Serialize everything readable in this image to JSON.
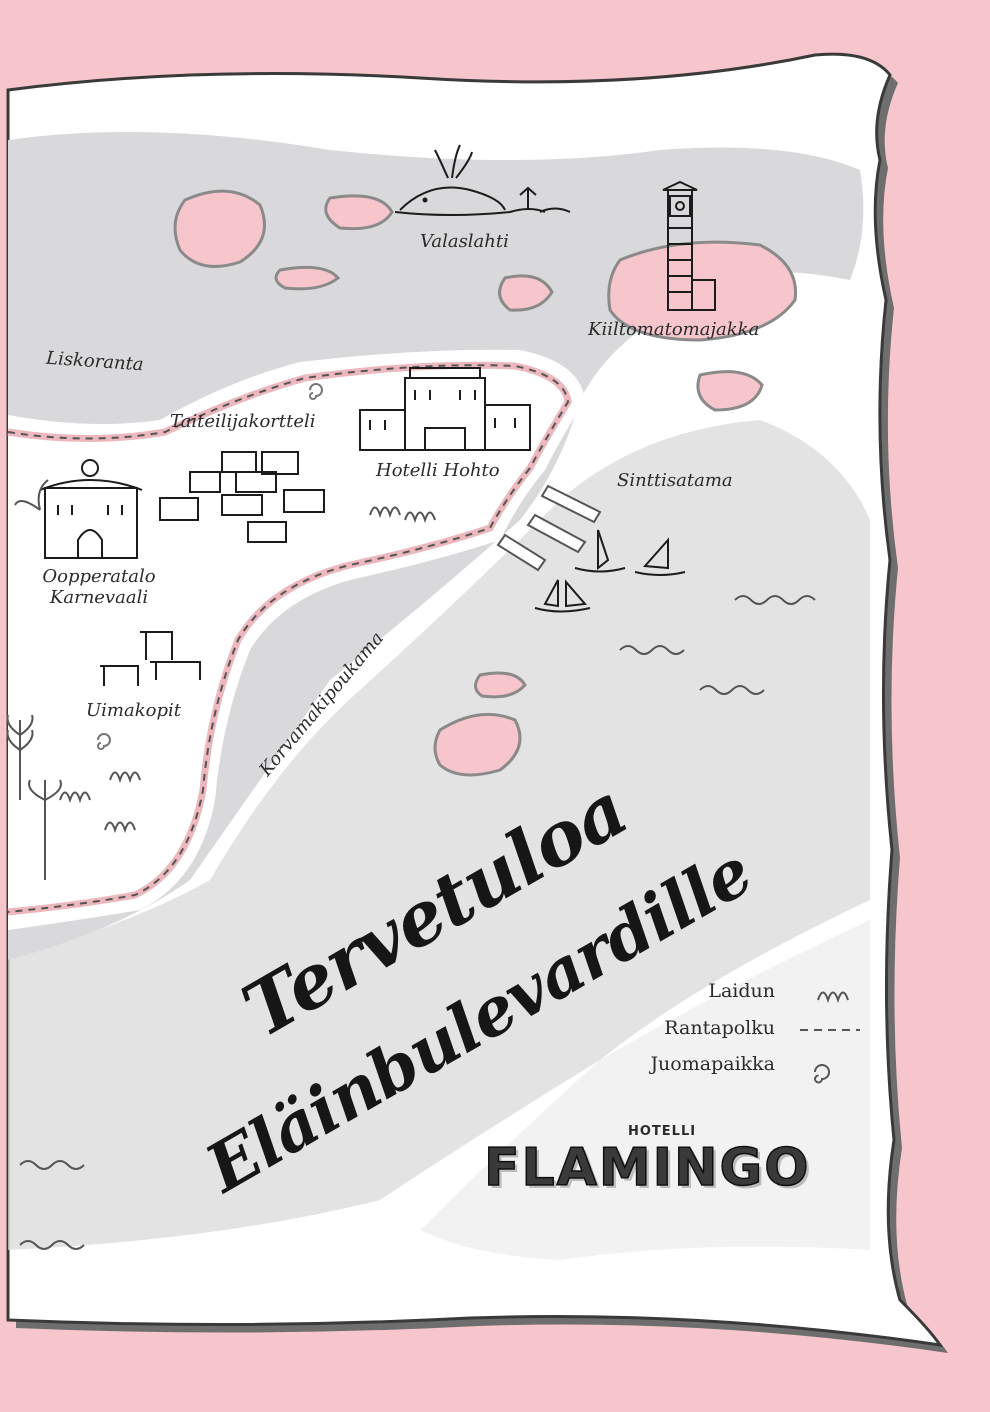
{
  "title": {
    "line1": "Tervetuloa",
    "line2": "Eläinbulevardille"
  },
  "places": [
    {
      "id": "valaslahti",
      "label": "Valaslahti"
    },
    {
      "id": "kiiltomatomajakka",
      "label": "Kiiltomatomajakka"
    },
    {
      "id": "liskoranta",
      "label": "Liskoranta"
    },
    {
      "id": "taiteilijakortteli",
      "label": "Taiteilijakortteli"
    },
    {
      "id": "hotelli-hohto",
      "label": "Hotelli Hohto"
    },
    {
      "id": "sinttisatama",
      "label": "Sinttisatama"
    },
    {
      "id": "oopperatalo",
      "label": "Oopperatalo\nKarnevaali"
    },
    {
      "id": "uimakopit",
      "label": "Uimakopit"
    },
    {
      "id": "korvamakipoukama",
      "label": "Korvamakipoukama"
    }
  ],
  "legend": [
    {
      "label": "Laidun",
      "icon": "grass-tuft-icon"
    },
    {
      "label": "Rantapolku",
      "icon": "dashed-path-icon"
    },
    {
      "label": "Juomapaikka",
      "icon": "spiral-icon"
    }
  ],
  "brand": {
    "small": "HOTELLI",
    "name": "FLAMINGO"
  },
  "colors": {
    "background": "#f7c6cc",
    "paper": "#ffffff",
    "water": "#d8d8da",
    "island": "#f7c6cc",
    "ink": "#1c1c1c"
  }
}
